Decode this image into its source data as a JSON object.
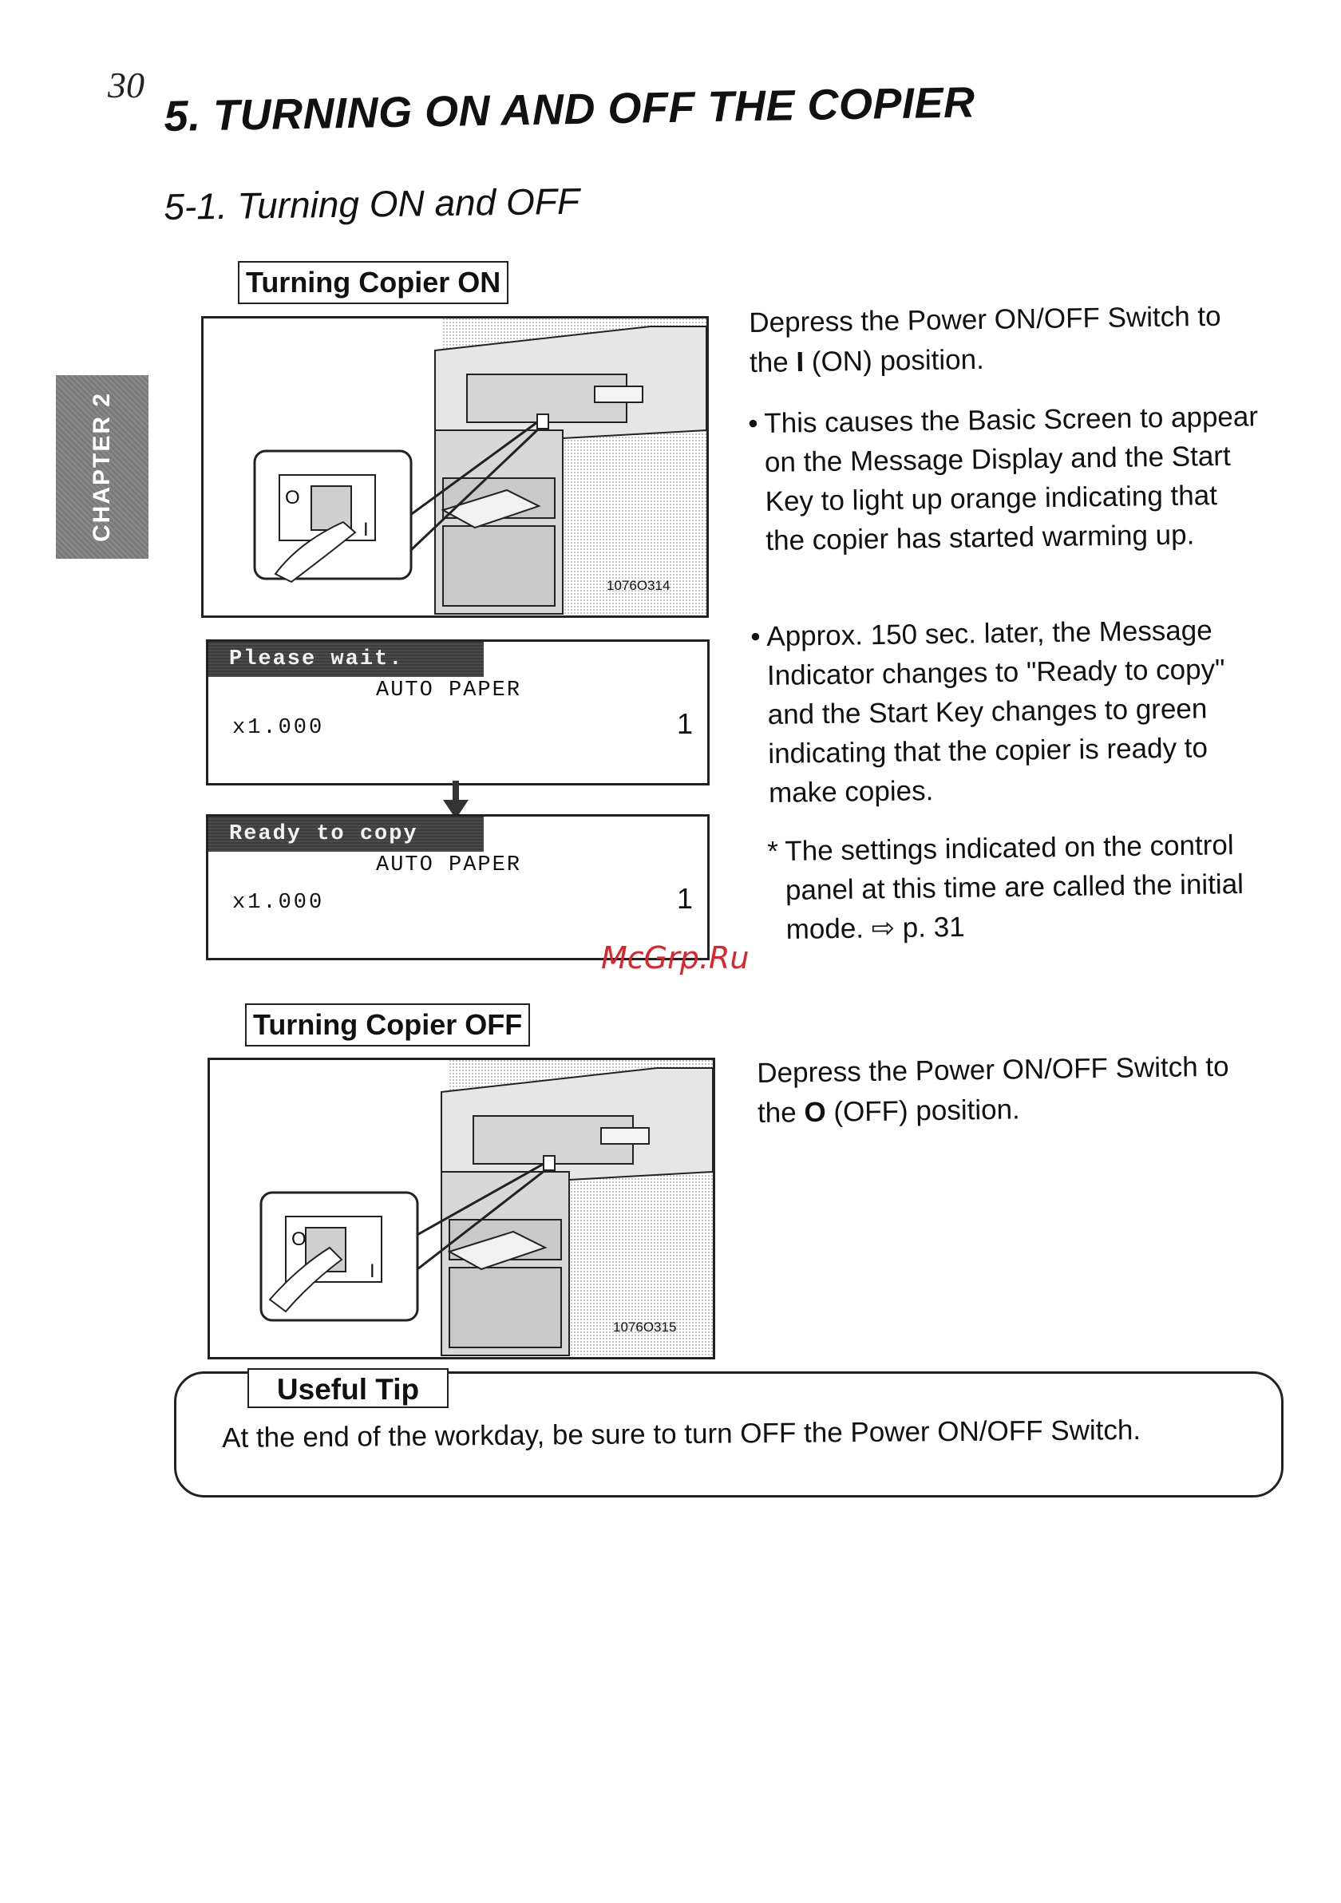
{
  "page": {
    "number": "30",
    "chapter_title": "5. TURNING ON AND OFF THE COPIER",
    "section_title": "5-1. Turning ON and OFF",
    "chapter_tab": "CHAPTER 2"
  },
  "on_section": {
    "label": "Turning Copier ON",
    "figure_code": "1076O314",
    "switch_marks": [
      "O",
      "I"
    ],
    "intro_parts": [
      "Depress the Power ON/OFF Switch to the ",
      "I",
      " (ON) position."
    ],
    "bullets": [
      "This causes the Basic Screen to appear on the Message Display and the Start Key to light up orange indicating that the copier has started warming up.",
      "Approx. 150 sec. later, the Message Indicator changes to \"Ready to copy\" and the Start Key changes to green indicating that the copier is ready to make copies."
    ],
    "note_parts": [
      "The settings indicated on the control panel at this time are called the initial mode. ",
      "⇨",
      " p. 31"
    ]
  },
  "displays": [
    {
      "status": "Please wait.",
      "mode": "AUTO PAPER",
      "zoom": "x1.000",
      "count": "1"
    },
    {
      "status": "Ready to copy",
      "mode": "AUTO PAPER",
      "zoom": "x1.000",
      "count": "1"
    }
  ],
  "off_section": {
    "label": "Turning Copier OFF",
    "figure_code": "1076O315",
    "switch_marks": [
      "O",
      "I"
    ],
    "intro_parts": [
      "Depress the Power ON/OFF Switch to the ",
      "O",
      " (OFF) position."
    ]
  },
  "watermark": "McGrp.Ru",
  "tip": {
    "label": "Useful Tip",
    "text": "At the end of the workday, be sure to turn OFF the Power ON/OFF Switch."
  }
}
